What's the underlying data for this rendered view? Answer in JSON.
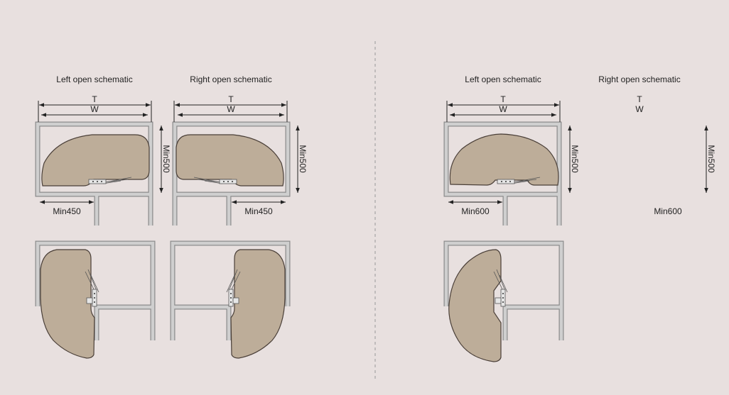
{
  "groups": [
    {
      "panels": [
        {
          "title": "Left open schematic",
          "t_label": "T",
          "w_label": "W",
          "height_label": "Min500",
          "width_label": "Min450"
        },
        {
          "title": "Right open schematic",
          "t_label": "T",
          "w_label": "W",
          "height_label": "Min500",
          "width_label": "Min450"
        }
      ]
    },
    {
      "panels": [
        {
          "title": "Left open schematic",
          "t_label": "T",
          "w_label": "W",
          "height_label": "Min500",
          "width_label": "Min600"
        },
        {
          "title": "Right open schematic",
          "t_label": "T",
          "w_label": "W",
          "height_label": "Min500",
          "width_label": "Min600"
        }
      ]
    }
  ],
  "colors": {
    "background": "#e8e0df",
    "tray": "#bdad99",
    "frame": "#cfcfcf"
  }
}
